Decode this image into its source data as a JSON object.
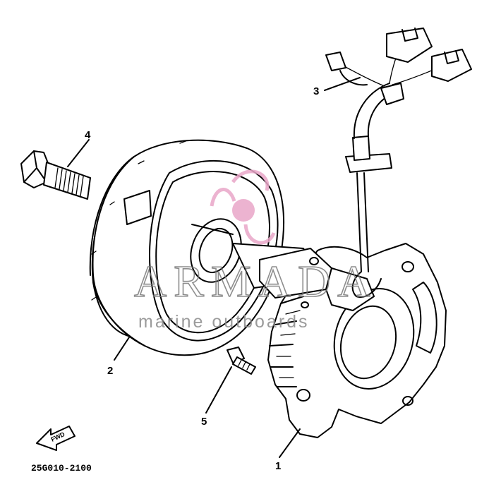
{
  "diagram": {
    "callouts": [
      {
        "id": "1",
        "label": "1"
      },
      {
        "id": "2",
        "label": "2"
      },
      {
        "id": "3",
        "label": "3"
      },
      {
        "id": "4",
        "label": "4"
      },
      {
        "id": "5",
        "label": "5"
      }
    ],
    "direction_marker": "FWD",
    "diagram_code": "25G010-2100"
  },
  "watermark": {
    "brand": "ARMADA",
    "tagline": "marine outboards",
    "logo_color": "#e9a6c8",
    "text_color": "#7a7a7a"
  }
}
